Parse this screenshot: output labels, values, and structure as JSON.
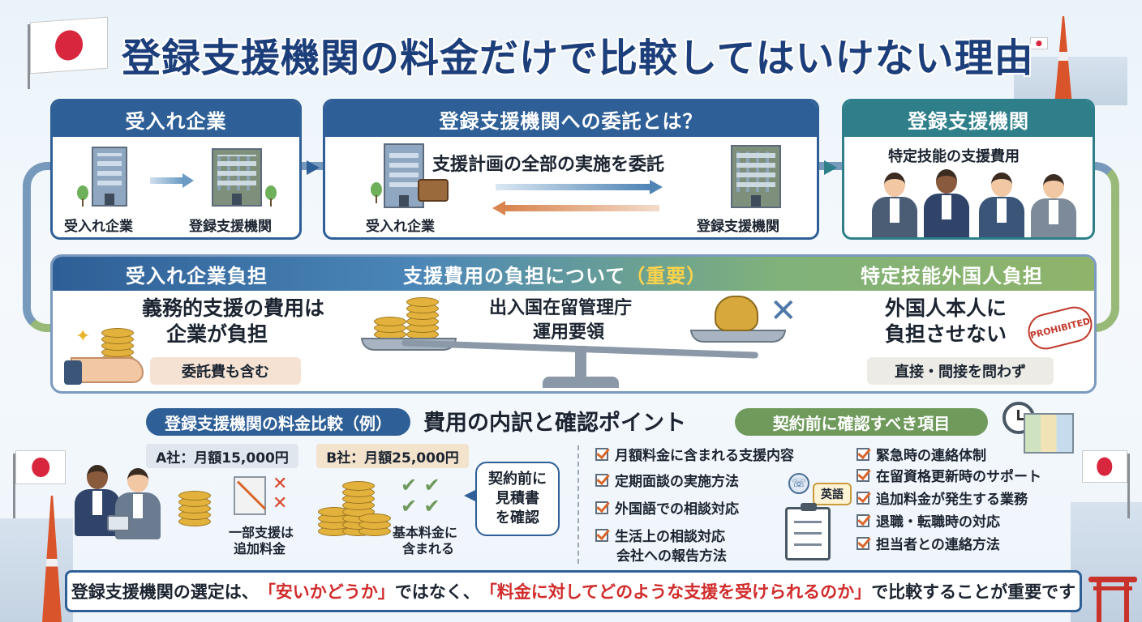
{
  "title": "登録支援機関の料金だけで比較してはいけない理由",
  "panel_left": {
    "header": "受入れ企業",
    "from_label": "受入れ企業",
    "to_label": "登録支援機関"
  },
  "panel_mid": {
    "header": "登録支援機関への委託とは？",
    "caption": "支援計画の全部の実施を委託",
    "from_label": "受入れ企業",
    "to_label": "登録支援機関"
  },
  "panel_right": {
    "header": "登録支援機関",
    "caption": "特定技能の支援費用"
  },
  "band": {
    "left_header": "受入れ企業負担",
    "center_header": "支援費用の負担について",
    "center_header_em": "（重要）",
    "right_header": "特定技能外国人負担",
    "left_text_1": "義務的支援の費用は",
    "left_text_2": "企業が負担",
    "left_pill": "委託費も含む",
    "center_text_1": "出入国在留管理庁",
    "center_text_2": "運用要領",
    "right_text_1": "外国人本人に",
    "right_text_2": "負担させない",
    "right_pill": "直接・間接を問わず",
    "stamp": "PROHIBITED"
  },
  "lower": {
    "tag_compare": "登録支援機関の料金比較（例）",
    "section_title": "費用の内訳と確認ポイント",
    "tag_check": "契約前に確認すべき項目",
    "plan_a": "A社：月額15,000円",
    "plan_b": "B社：月額25,000円",
    "a_note_1": "一部支援は",
    "a_note_2": "追加料金",
    "b_note_1": "基本料金に",
    "b_note_2": "含まれる",
    "bubble_1": "契約前に",
    "bubble_2": "見積書",
    "bubble_3": "を確認",
    "lang_badge": "英語",
    "checks_col1": [
      "月額料金に含まれる支援内容",
      "定期面談の実施方法",
      "外国語での相談対応",
      "生活上の相談対応"
    ],
    "checks_col1_extra": "会社への報告方法",
    "checks_col2": [
      "緊急時の連絡体制",
      "在留資格更新時のサポート",
      "追加料金が発生する業務",
      "退職・転職時の対応",
      "担当者との連絡方法"
    ]
  },
  "bottom": {
    "part1": "登録支援機関の選定は、",
    "em1": "「安いかどうか」",
    "part2": "ではなく、",
    "em2": "「料金に対してどのような支援を受けられるのか」",
    "part3": "で比較することが重要です"
  },
  "colors": {
    "navy": "#2e5f96",
    "teal": "#2e7f8a",
    "green": "#8fb36a",
    "accent_red": "#d12b2b",
    "coin_gold": "#e3b23c"
  }
}
